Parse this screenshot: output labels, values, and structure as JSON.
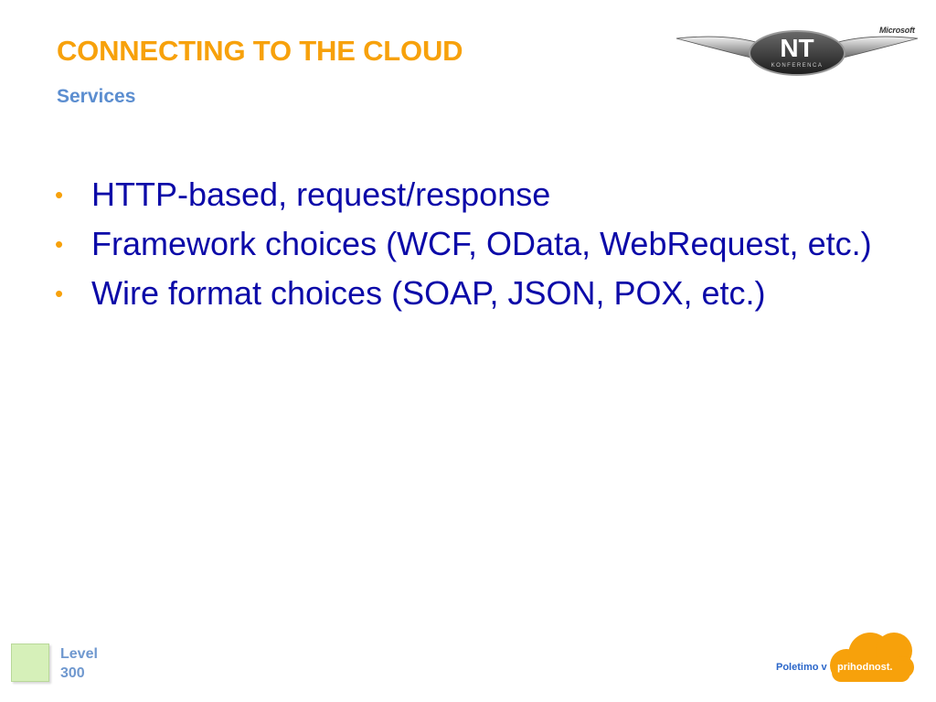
{
  "slide": {
    "title": "CONNECTING TO THE CLOUD",
    "subtitle": "Services",
    "bullets": [
      "HTTP-based, request/response",
      "Framework choices (WCF, OData, WebRequest, etc.)",
      "Wire format choices (SOAP, JSON, POX, etc.)"
    ],
    "bullet_glyph": "•"
  },
  "header_logo": {
    "brand": "Microsoft",
    "icon": "nt-konferenca-wings-logo"
  },
  "footer": {
    "level_line1": "Level",
    "level_line2": "300",
    "tagline_left": "Poletimo v",
    "tagline_right": "prihodnost.",
    "icon": "cloud-logo"
  },
  "colors": {
    "title": "#f7a10b",
    "subtitle": "#5c8ed0",
    "bullet_text": "#0c0aa8",
    "bullet_dot": "#f7a10b",
    "level_box": "#d6f0b9",
    "level_text": "#6f98cf",
    "cloud": "#f7a10b"
  }
}
